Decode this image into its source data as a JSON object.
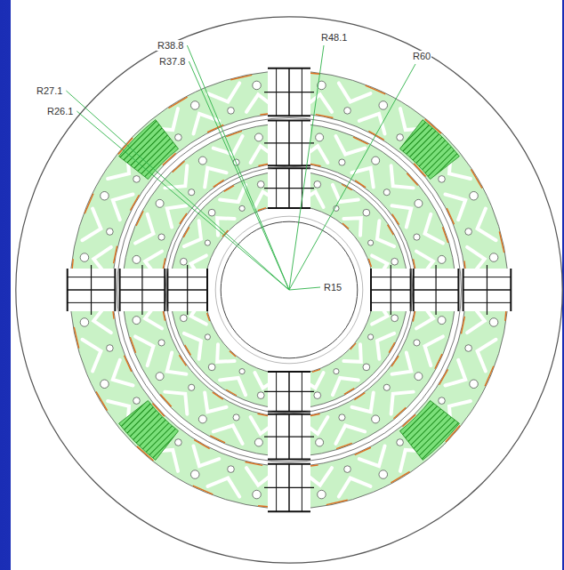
{
  "diagram": {
    "labels": [
      "R38.8",
      "R37.8",
      "R48.1",
      "R60",
      "R27.1",
      "R26.1",
      "R15"
    ]
  }
}
